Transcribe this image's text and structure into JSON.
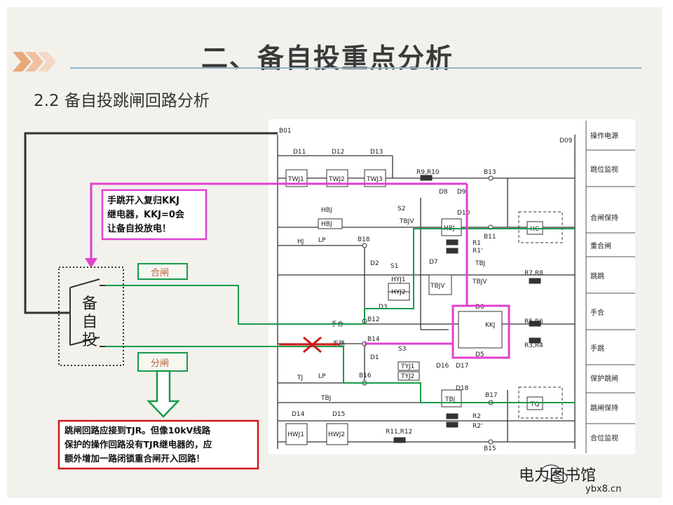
{
  "title": "二、备自投重点分析",
  "subtitle": "2.2  备自投跳闸回路分析",
  "left_device": {
    "chars": [
      "备",
      "自",
      "投"
    ]
  },
  "green_labels": {
    "close": "合闸",
    "open": "分闸"
  },
  "callouts": {
    "pink": [
      "手跳开入复归KKJ",
      "继电器，KKJ=0会",
      "让备自投放电！"
    ],
    "red": [
      "跳闸回路应接到TJR。但像10kV线路",
      "保护的操作回路没有TJR继电器的，应",
      "额外增加一路闭锁重合闸开入回路！"
    ]
  },
  "side_labels": [
    "操作电源",
    "跳位监视",
    "合闸保持",
    "重合闸",
    "跳跳",
    "手合",
    "手跳",
    "保护跳闸",
    "跳闸保持",
    "合位监视"
  ],
  "schematic_labels": {
    "b01": "B01",
    "b09": "D09",
    "b13": "B13",
    "b11": "B11",
    "b18": "B18",
    "b12": "B12",
    "b14": "B14",
    "b16": "B16",
    "b17": "B17",
    "b15": "B15",
    "d11": "D11",
    "d12": "D12",
    "d13": "D13",
    "twj1": "TWJ1",
    "twj2": "TWJ2",
    "twj3": "TWJ3",
    "r9r10": "R9,R10",
    "d8": "D8",
    "d9": "D9",
    "d10": "D10",
    "hbj_top": "HBJ",
    "hbj_coil": "HBJ",
    "s2": "S2",
    "tbjv1": "TBJV",
    "hbj_box": "HBJ",
    "r1": "R1",
    "r1p": "R1'",
    "hc": "HC",
    "hj": "HJ",
    "lp1": "LP",
    "d2": "D2",
    "s1": "S1",
    "hyj1": "HYJ1",
    "hyj2": "HYJ2",
    "d7": "D7",
    "tbjv_box": "TBJV",
    "tbj1": "TBJ",
    "tbjv2": "TBJV",
    "r7r8": "R7,R8",
    "d3": "D3",
    "d6": "D6",
    "kkj": "KKJ",
    "d5": "D5",
    "r5r6": "R5,R6",
    "r3r4": "R3,R4",
    "shouhe": "手合",
    "shoutiao": "手跳",
    "d1": "D1",
    "s3": "S3",
    "tyj1": "TYJ1",
    "tyj2": "TYJ2",
    "tj": "TJ",
    "lp2": "LP",
    "d16": "D16",
    "d17": "D17",
    "d18": "D18",
    "tbj_box": "TBJ",
    "r2": "R2",
    "r2p": "R2'",
    "tq": "TQ",
    "tbj2": "TBJ",
    "d14": "D14",
    "d15": "D15",
    "hwj1": "HWJ1",
    "hwj2": "HWJ2",
    "r11r12": "R11,R12"
  },
  "watermark": {
    "brand": "电力图书馆",
    "site": "ybx8.cn"
  },
  "colors": {
    "pink": "#e040d0",
    "green": "#1a9a4a",
    "red": "#d01818",
    "title": "#3a3a3a"
  }
}
